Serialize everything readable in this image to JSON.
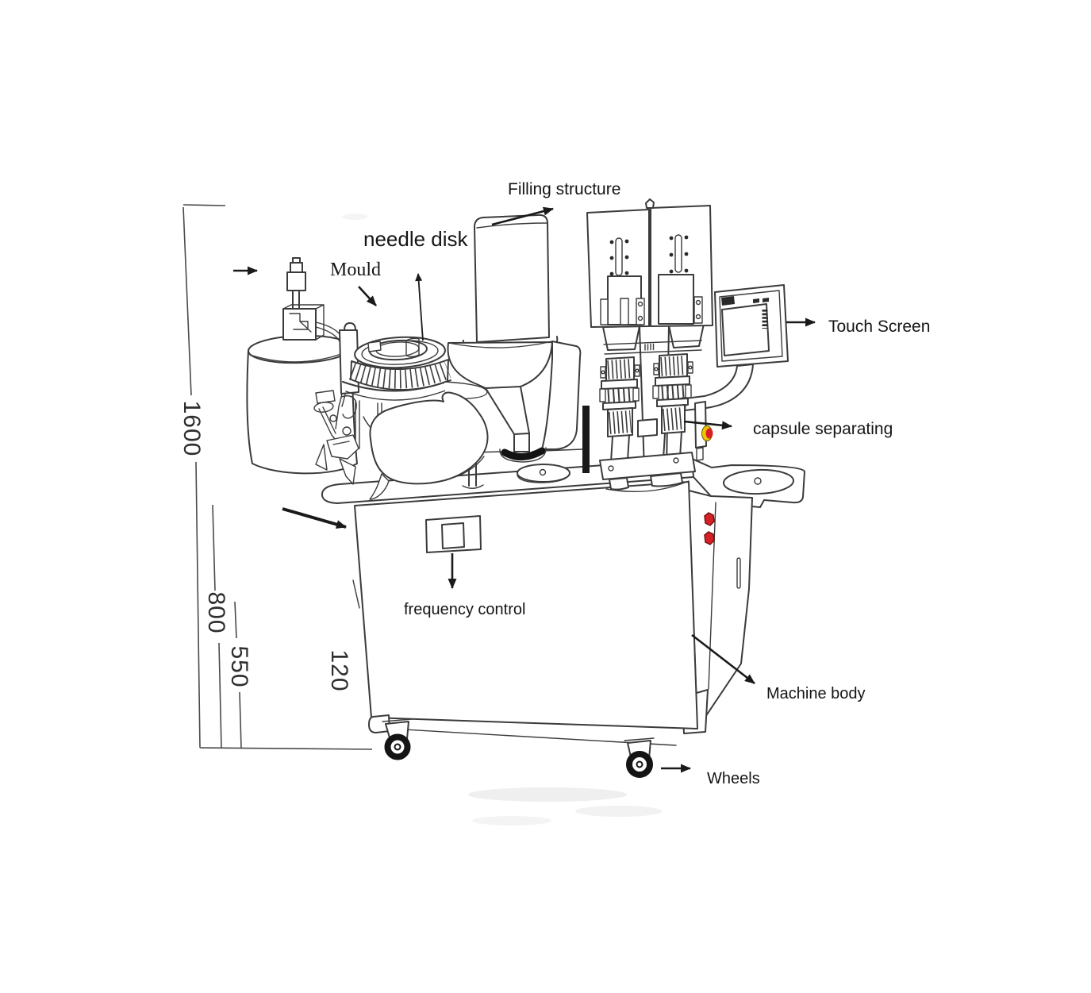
{
  "labels": {
    "filling_structure": "Filling structure",
    "needle_disk": "needle disk",
    "mould": "Mould",
    "touch_screen": "Touch Screen",
    "capsule_separating": "capsule separating",
    "frequency_control": "frequency control",
    "machine_body": "Machine body",
    "wheels": "Wheels"
  },
  "dimensions": {
    "overall_height": "1600",
    "table_height": "800",
    "mid_height": "550",
    "skirt_height": "120"
  },
  "colors": {
    "line": "#3b3b3b",
    "label_text": "#151515",
    "red_button": "#d42027",
    "emergency_yellow": "#f0c400",
    "emergency_red": "#d81f26"
  }
}
